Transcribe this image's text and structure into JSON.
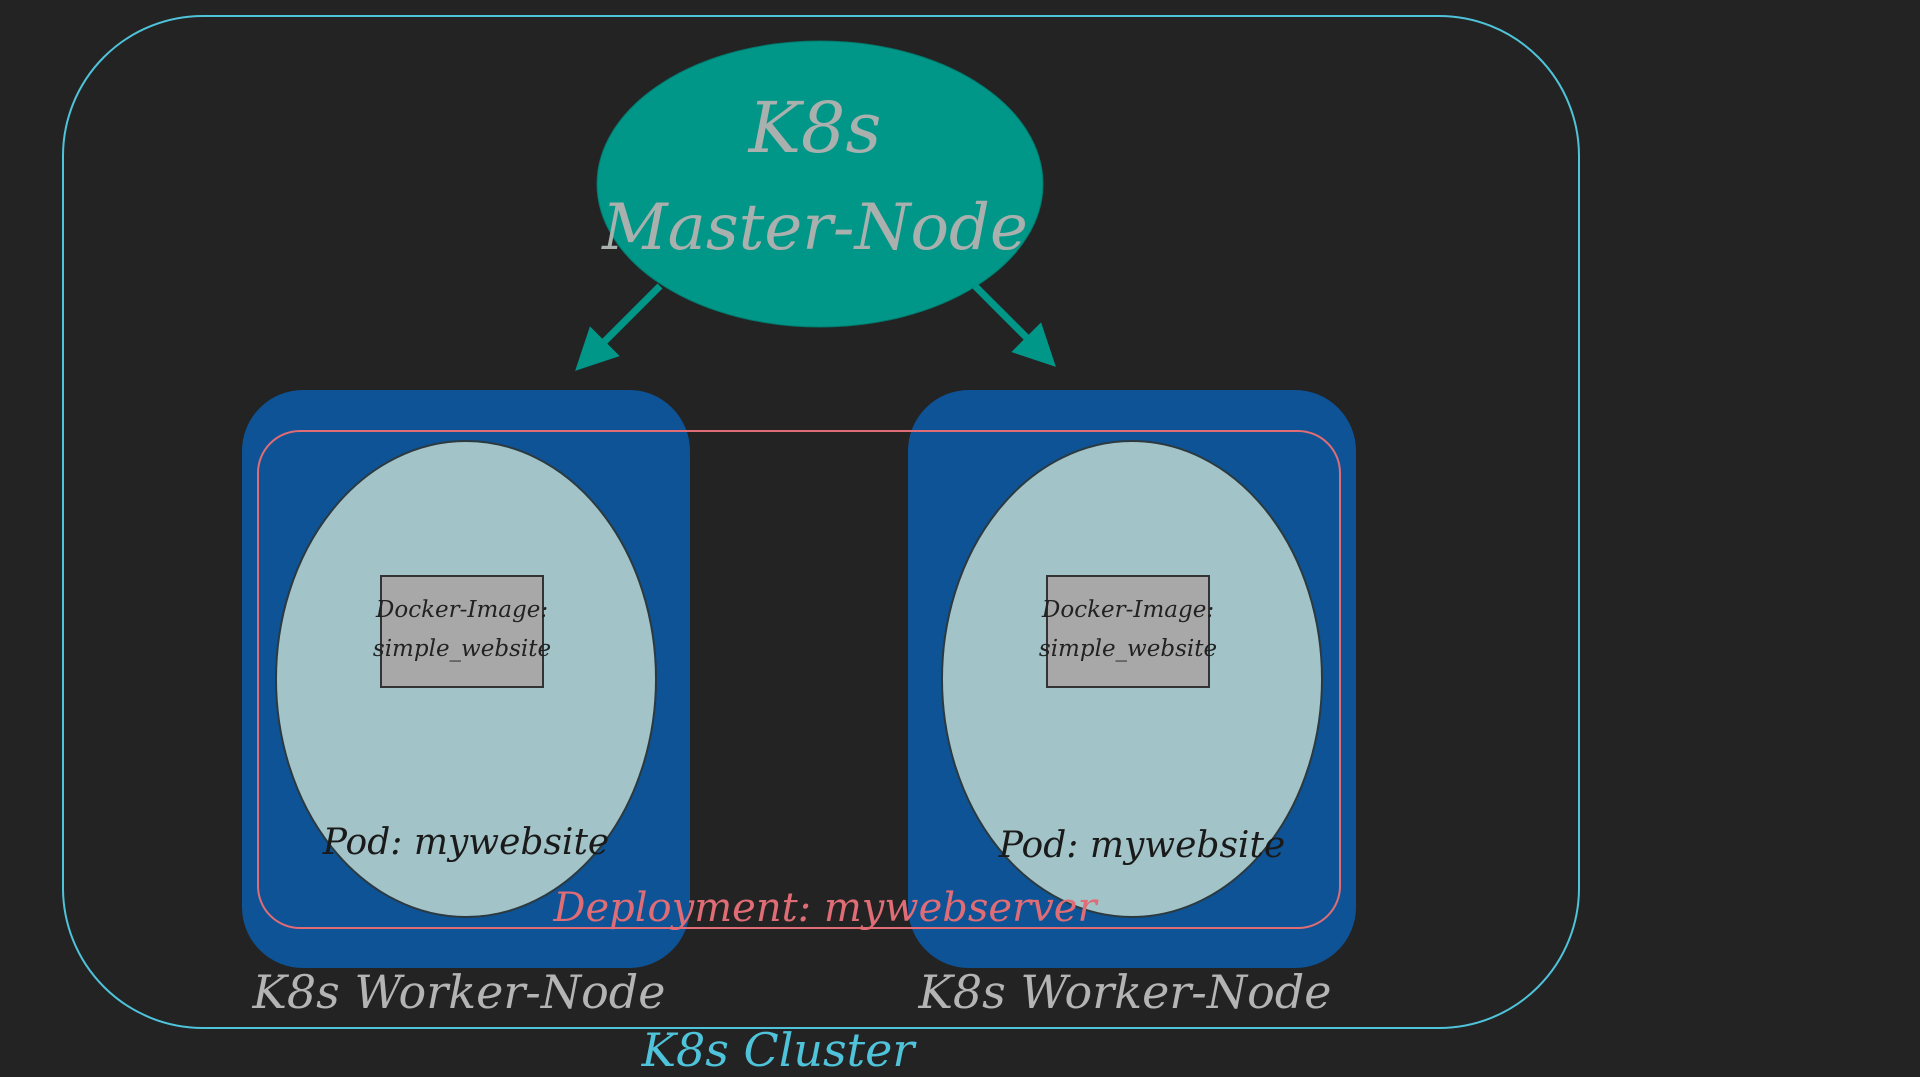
{
  "master": {
    "line1": "K8s",
    "line2": "Master-Node"
  },
  "workers": [
    {
      "label": "K8s Worker-Node",
      "pod": "Pod: mywebsite",
      "image_line1": "Docker-Image:",
      "image_line2": "simple_website"
    },
    {
      "label": "K8s Worker-Node",
      "pod": "Pod: mywebsite",
      "image_line1": "Docker-Image:",
      "image_line2": "simple_website"
    }
  ],
  "deployment": {
    "label": "Deployment: mywebserver"
  },
  "cluster": {
    "label": "K8s Cluster"
  },
  "colors": {
    "background": "#232323",
    "cluster_border": "#4fc3d9",
    "master_fill": "#009688",
    "master_text": "#a9b0ad",
    "arrow": "#009688",
    "worker_fill": "#0e5396",
    "pod_fill": "#a2c3c8",
    "image_fill": "#a8a8a8",
    "deployment_border": "#e06c75",
    "worker_label": "#b4b4b4",
    "cluster_label": "#4fc3d9"
  }
}
